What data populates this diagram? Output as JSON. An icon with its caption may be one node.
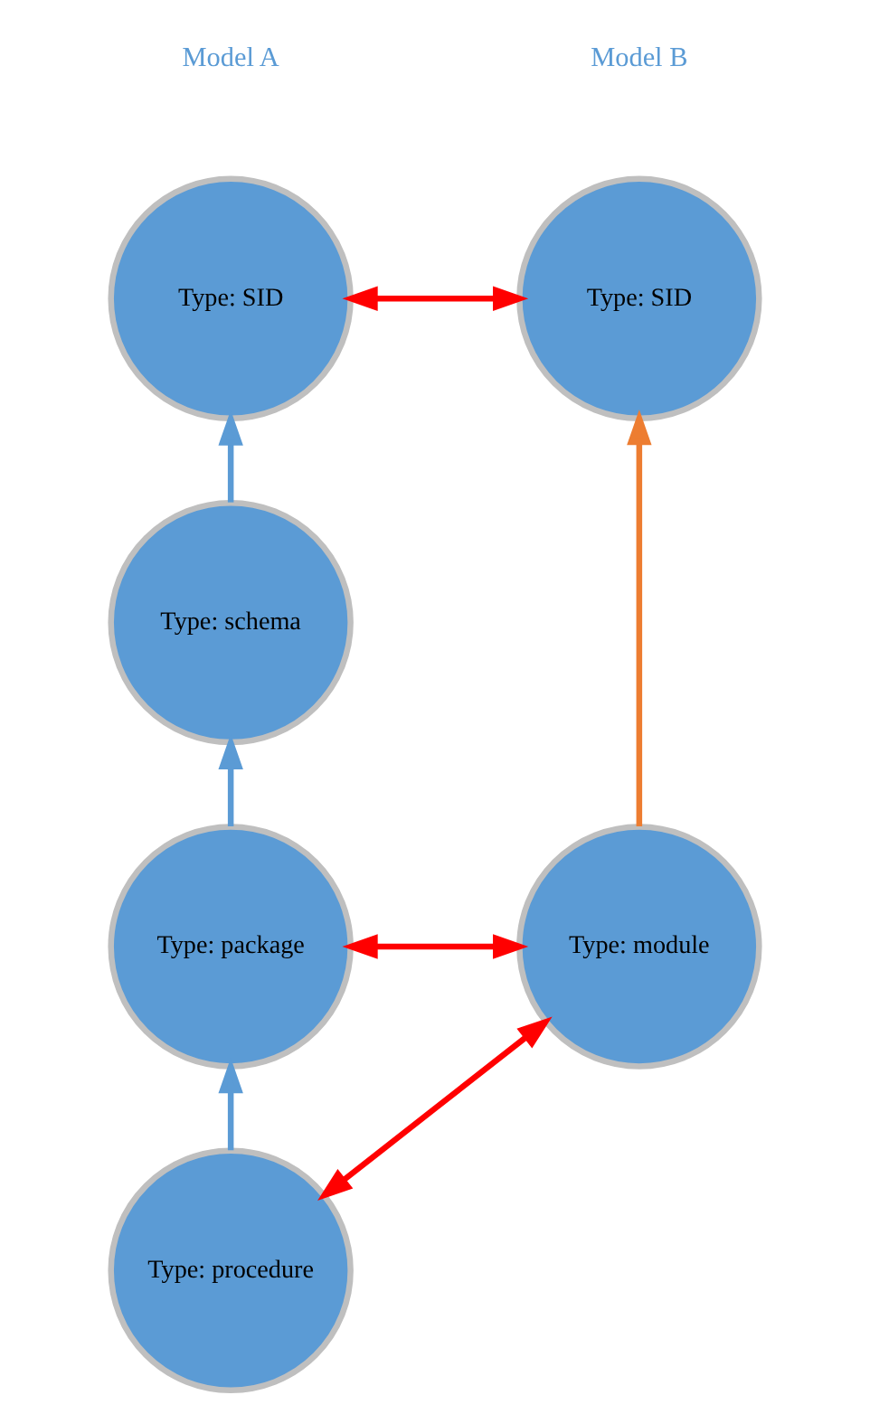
{
  "diagram": {
    "nodes": [
      {
        "text": [
          "Type: SID"
        ]
      },
      {
        "text": [
          "Type: SID"
        ]
      },
      {
        "text": [
          "Type: schema"
        ]
      },
      {
        "text": [
          "Type: package"
        ]
      },
      {
        "text": [
          "Type: module"
        ]
      },
      {
        "text": [
          "Type: procedure"
        ]
      }
    ],
    "edges": [
      {
        "from": 0,
        "to": 1,
        "arrow": "both",
        "color": "#ff0000"
      },
      {
        "from": 2,
        "to": 0,
        "arrow": "to",
        "color": "#5b9bd5"
      },
      {
        "from": 3,
        "to": 2,
        "arrow": "to",
        "color": "#5b9bd5"
      },
      {
        "from": 5,
        "to": 3,
        "arrow": "to",
        "color": "#5b9bd5"
      },
      {
        "from": 4,
        "to": 1,
        "arrow": "to",
        "color": "#ed7d31"
      },
      {
        "from": 3,
        "to": 4,
        "arrow": "both",
        "color": "#ff0000"
      },
      {
        "from": 4,
        "to": 5,
        "arrow": "both",
        "color": "#ff0000"
      }
    ],
    "labels": [
      "Model A",
      "Model B"
    ]
  }
}
